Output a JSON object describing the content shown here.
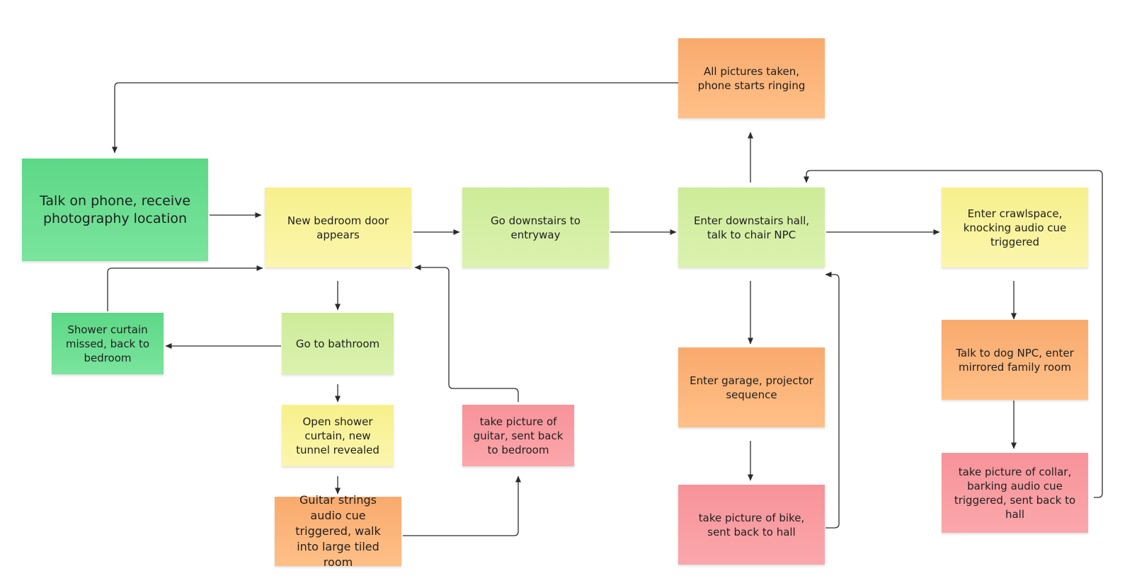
{
  "diagram": {
    "nodes": [
      {
        "id": "talk_phone",
        "text": "Talk on phone, receive photography location",
        "color": "#6ddf92"
      },
      {
        "id": "new_bedroom",
        "text": "New bedroom door appears",
        "color": "#f9f39e"
      },
      {
        "id": "downstairs_entry",
        "text": "Go downstairs to entryway",
        "color": "#d5efa5"
      },
      {
        "id": "downstairs_hall",
        "text": "Enter downstairs hall, talk to chair NPC",
        "color": "#d5efa5"
      },
      {
        "id": "all_pictures",
        "text": "All pictures taken, phone starts ringing",
        "color": "#fdb57b"
      },
      {
        "id": "crawlspace",
        "text": "Enter crawlspace, knocking audio cue triggered",
        "color": "#f9f39e"
      },
      {
        "id": "shower_missed",
        "text": "Shower curtain missed, back to bedroom",
        "color": "#6ddf92"
      },
      {
        "id": "bathroom",
        "text": "Go to bathroom",
        "color": "#d5efa5"
      },
      {
        "id": "open_shower",
        "text": "Open shower curtain, new tunnel revealed",
        "color": "#f9f39e"
      },
      {
        "id": "guitar_strings",
        "text": "Guitar strings audio cue triggered, walk into large tiled room",
        "color": "#fdb57b"
      },
      {
        "id": "picture_guitar",
        "text": "take picture of guitar, sent back to bedroom",
        "color": "#f99da2"
      },
      {
        "id": "garage",
        "text": "Enter garage, projector sequence",
        "color": "#fdb57b"
      },
      {
        "id": "picture_bike",
        "text": "take picture of bike, sent back to hall",
        "color": "#f99da2"
      },
      {
        "id": "dog_npc",
        "text": "Talk to dog NPC, enter mirrored family room",
        "color": "#fdb57b"
      },
      {
        "id": "picture_collar",
        "text": "take picture of collar, barking audio cue triggered, sent back to hall",
        "color": "#f99da2"
      }
    ],
    "edges": [
      {
        "from": "all_pictures",
        "to": "talk_phone"
      },
      {
        "from": "talk_phone",
        "to": "new_bedroom"
      },
      {
        "from": "new_bedroom",
        "to": "downstairs_entry"
      },
      {
        "from": "downstairs_entry",
        "to": "downstairs_hall"
      },
      {
        "from": "downstairs_hall",
        "to": "all_pictures"
      },
      {
        "from": "downstairs_hall",
        "to": "crawlspace"
      },
      {
        "from": "downstairs_hall",
        "to": "garage"
      },
      {
        "from": "garage",
        "to": "picture_bike"
      },
      {
        "from": "picture_bike",
        "to": "downstairs_hall"
      },
      {
        "from": "crawlspace",
        "to": "dog_npc"
      },
      {
        "from": "dog_npc",
        "to": "picture_collar"
      },
      {
        "from": "picture_collar",
        "to": "downstairs_hall"
      },
      {
        "from": "new_bedroom",
        "to": "bathroom"
      },
      {
        "from": "bathroom",
        "to": "shower_missed"
      },
      {
        "from": "shower_missed",
        "to": "new_bedroom"
      },
      {
        "from": "bathroom",
        "to": "open_shower"
      },
      {
        "from": "open_shower",
        "to": "guitar_strings"
      },
      {
        "from": "guitar_strings",
        "to": "picture_guitar"
      },
      {
        "from": "picture_guitar",
        "to": "new_bedroom"
      }
    ]
  }
}
